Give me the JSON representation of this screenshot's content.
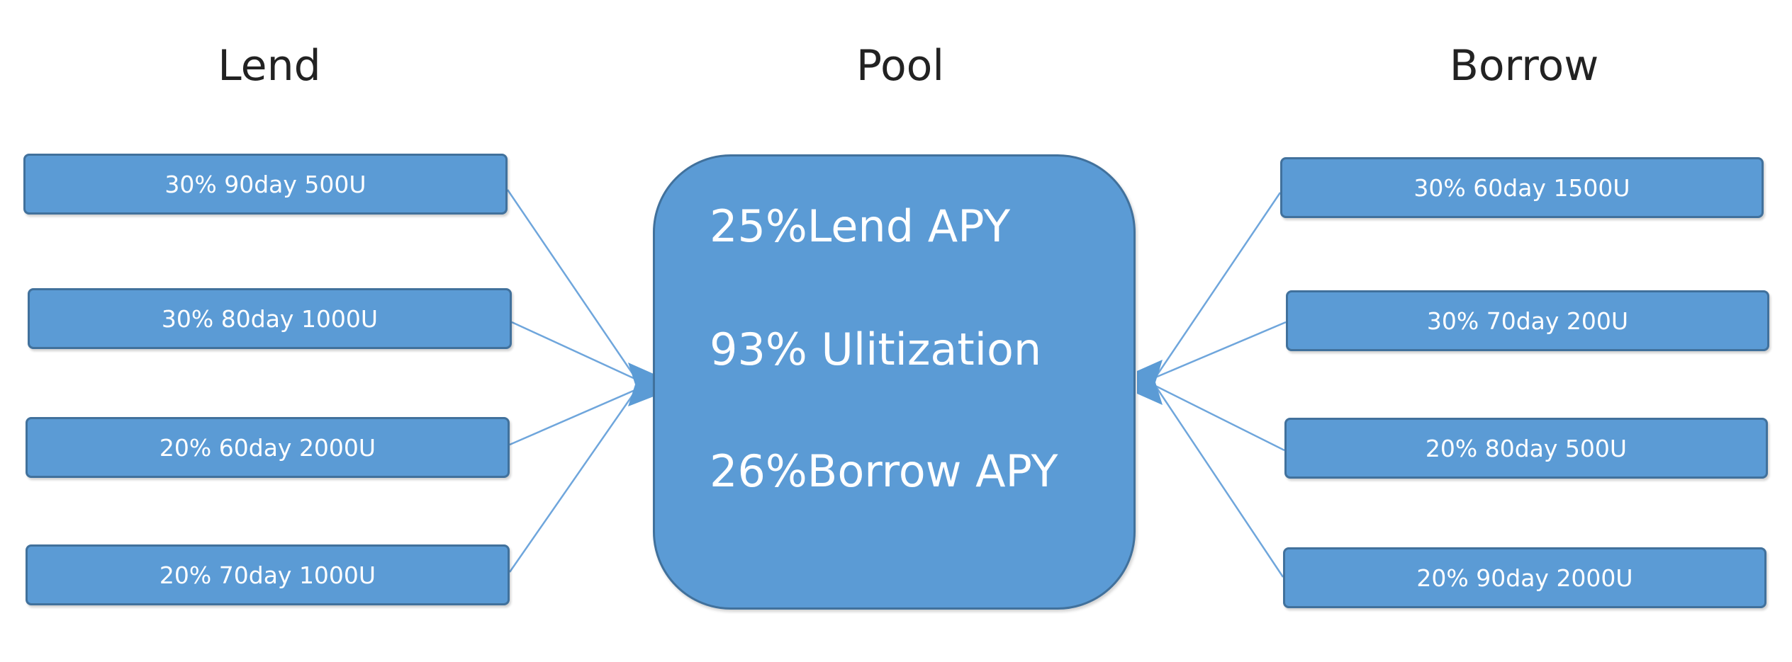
{
  "headers": {
    "lend": "Lend",
    "pool": "Pool",
    "borrow": "Borrow"
  },
  "lend": [
    "30% 90day 500U",
    "30% 80day 1000U",
    "20% 60day 2000U",
    "20% 70day 1000U"
  ],
  "pool": {
    "lend_apy": "25%Lend APY",
    "utilization": "93% Ulitization",
    "borrow_apy": "26%Borrow APY"
  },
  "borrow": [
    "30% 60day 1500U",
    "30% 70day 200U",
    "20% 80day 500U",
    "20% 90day 2000U"
  ],
  "colors": {
    "box_fill": "#5b9bd5",
    "box_border": "#41719c",
    "connector": "#5b9bd5"
  }
}
